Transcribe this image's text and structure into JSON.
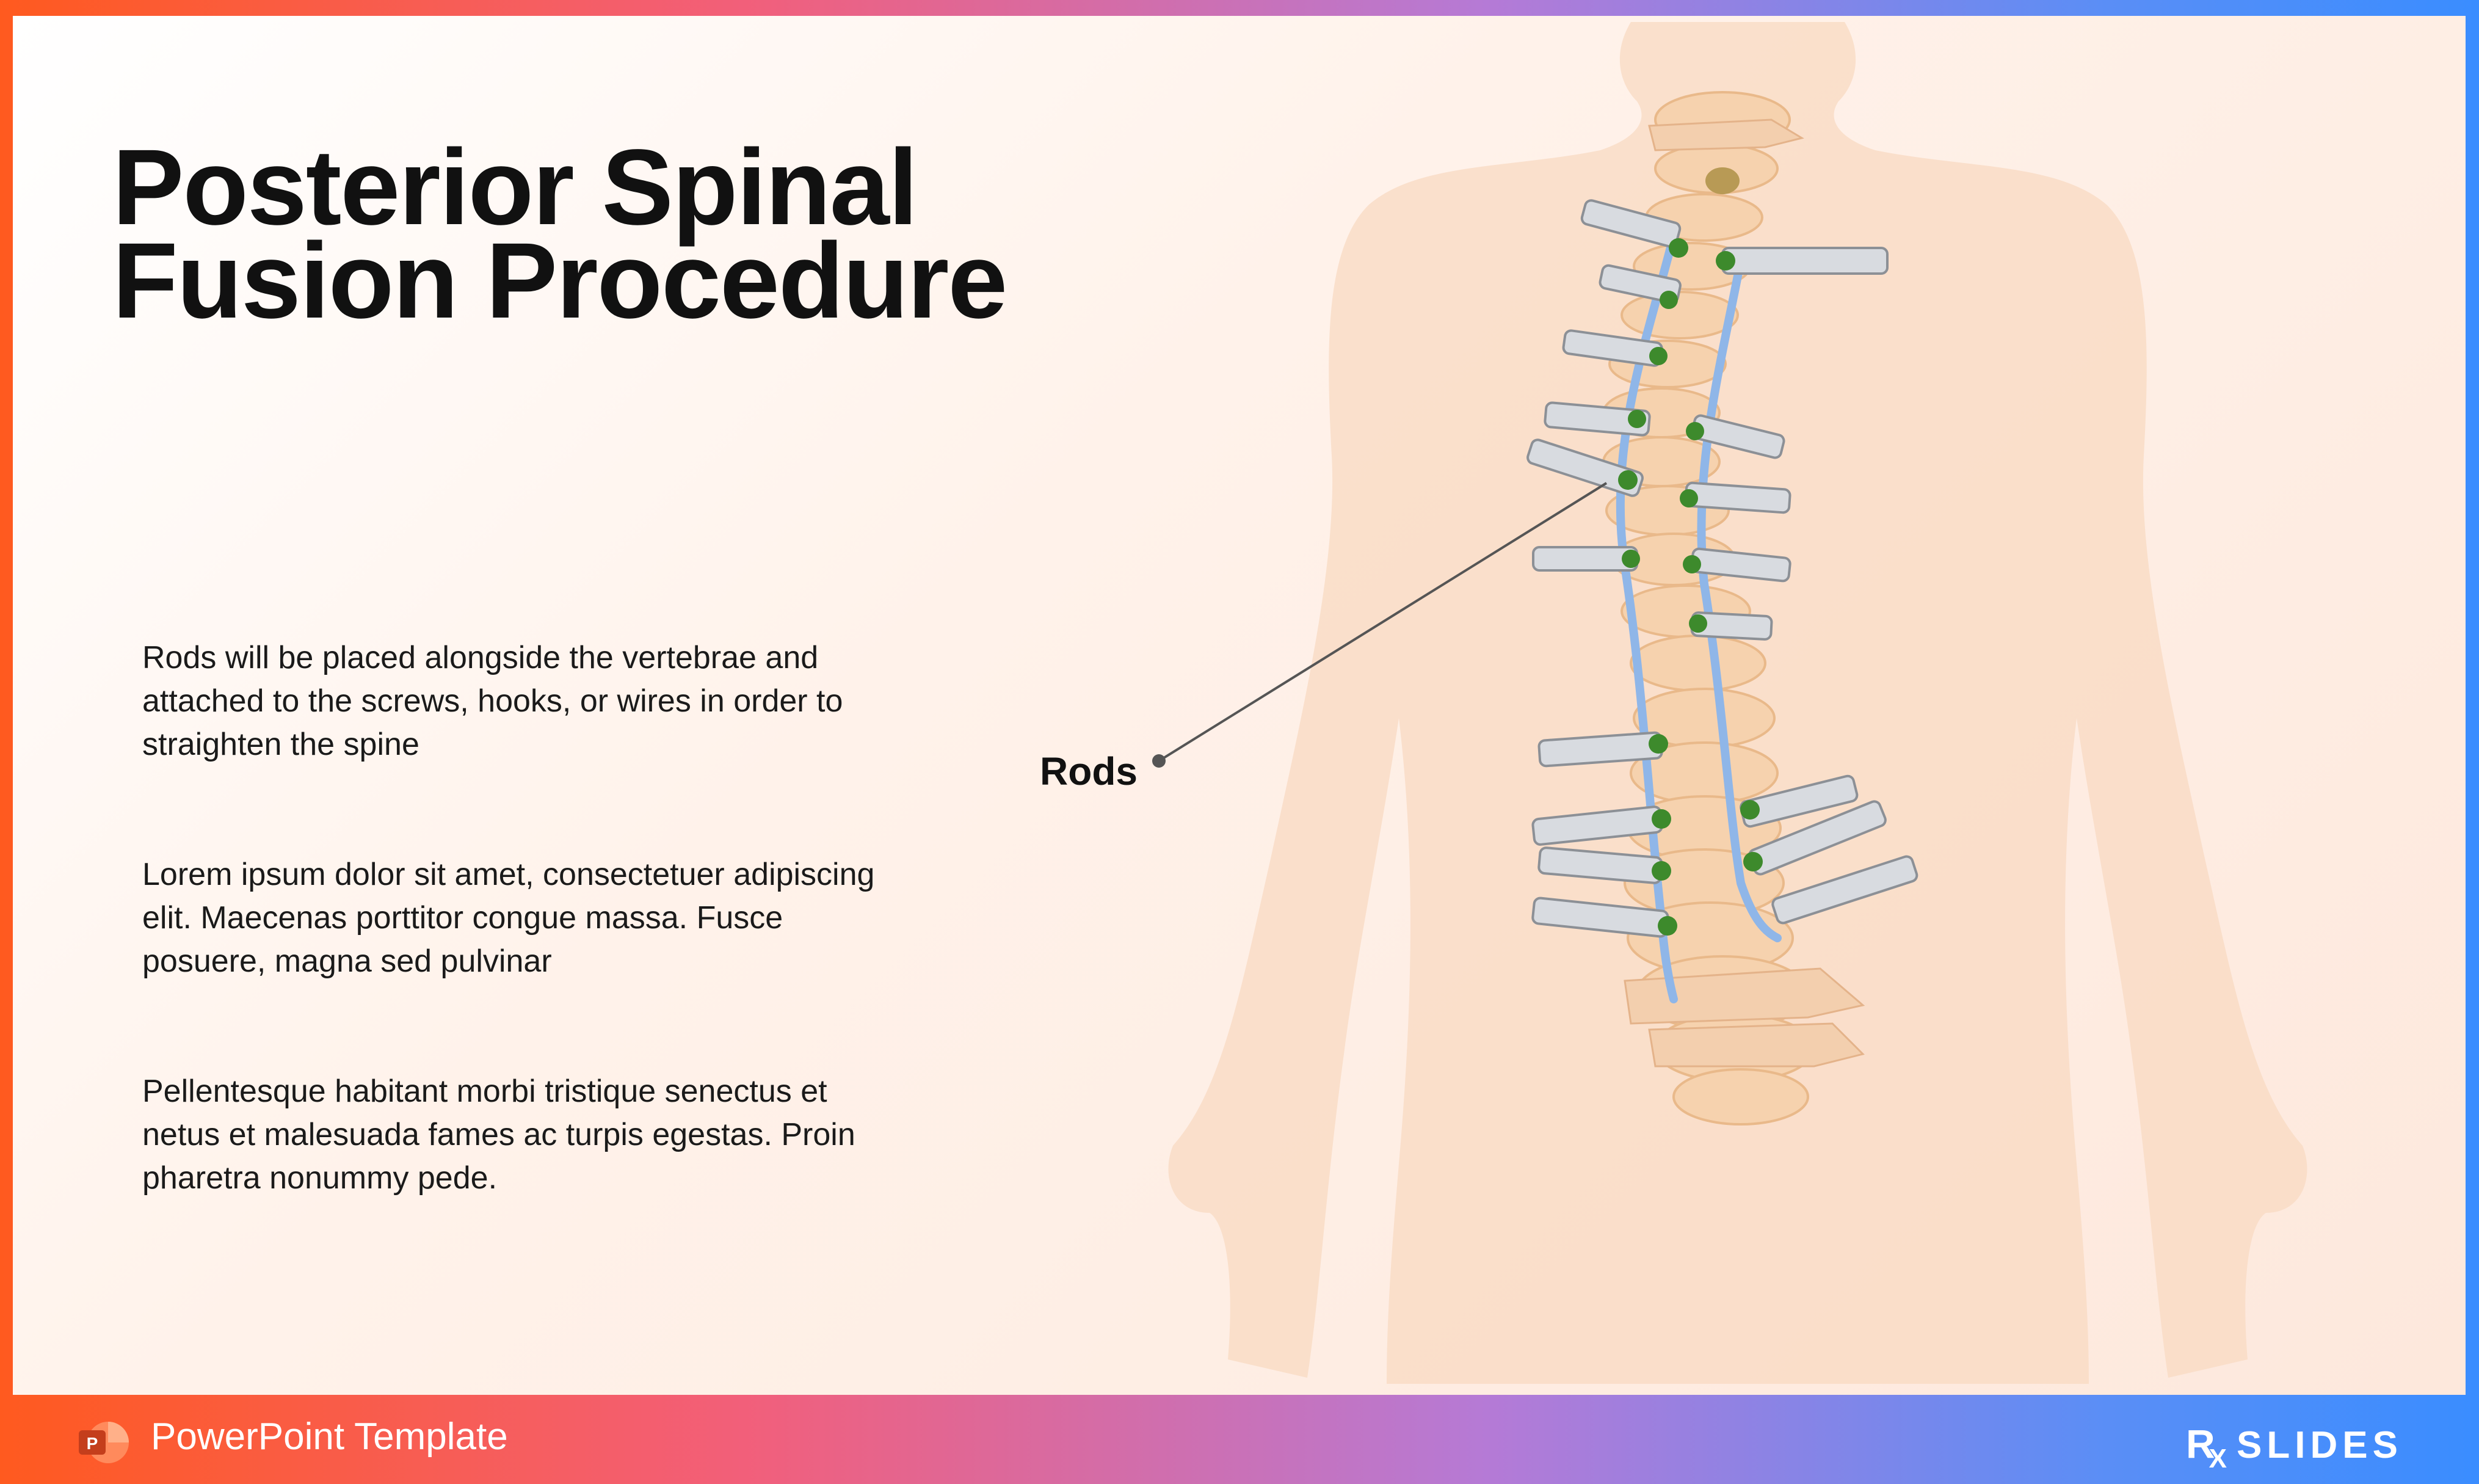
{
  "slide": {
    "title_line1": "Posterior Spinal",
    "title_line2": "Fusion Procedure",
    "paragraphs": [
      "Rods will be placed alongside the vertebrae and attached to the screws, hooks, or wires in order to straighten the spine",
      "Lorem ipsum dolor sit amet, consectetuer adipiscing elit. Maecenas porttitor congue massa. Fusce posuere, magna sed pulvinar",
      "Pellentesque habitant morbi tristique senectus et netus et malesuada fames ac turpis egestas. Proin pharetra nonummy pede."
    ],
    "callout_label": "Rods"
  },
  "footer": {
    "template_label": "PowerPoint Template",
    "brand_rx": "R",
    "brand_x": "X",
    "brand_name": "SLIDES"
  },
  "colors": {
    "frame_start": "#ff5a1f",
    "frame_end": "#3a8dff",
    "rod": "#8fb6e8",
    "screw_cap": "#3d8a2c",
    "body": "#f8dcc6"
  },
  "icons": {
    "app": "powerpoint-icon",
    "figure": "spine-illustration"
  }
}
